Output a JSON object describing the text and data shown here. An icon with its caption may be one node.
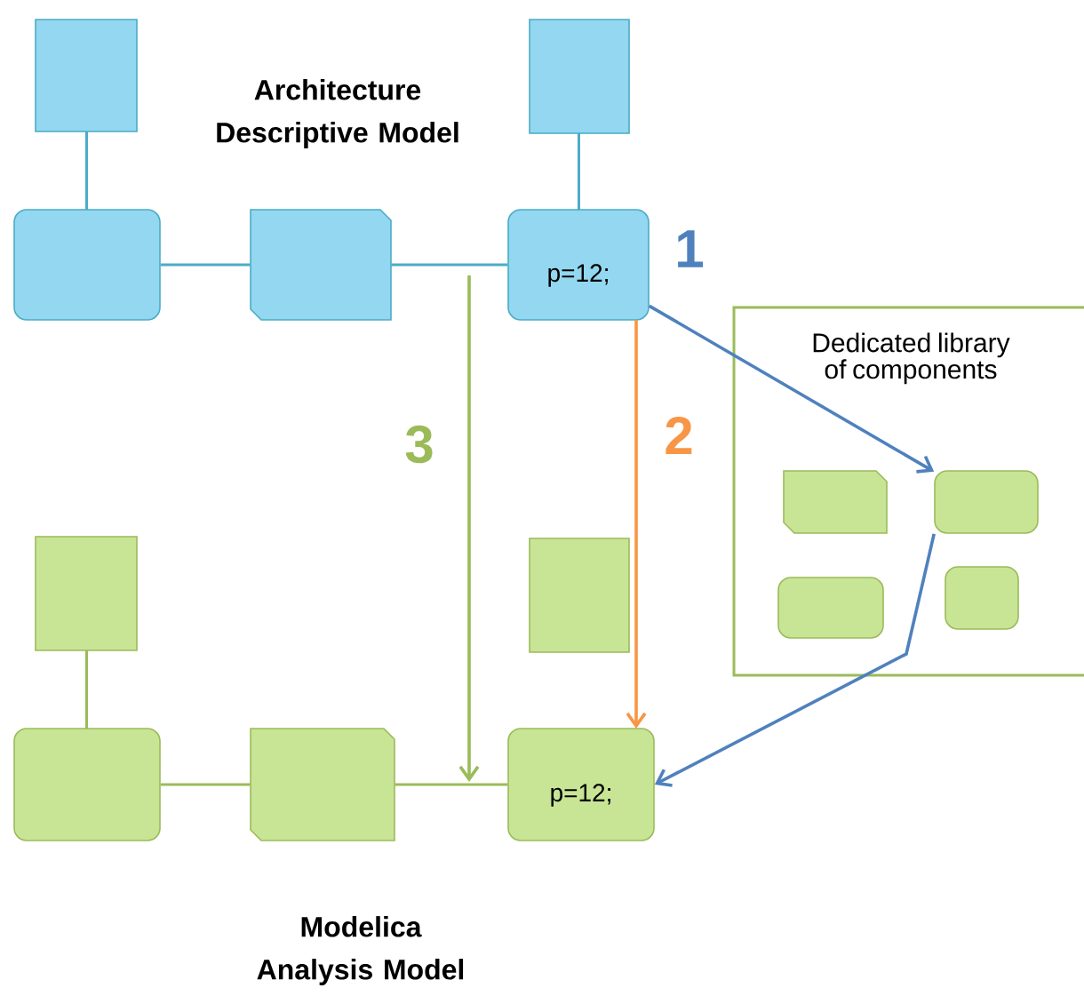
{
  "diagram": {
    "nodes": [
      {
        "text": [],
        "shape": "box"
      },
      {
        "text": [],
        "shape": "box"
      },
      {
        "text": [],
        "shape": "box"
      },
      {
        "text": [],
        "shape": "box"
      },
      {
        "text": [
          "p=12;"
        ]
      },
      {
        "text": [
          "Dedicated library of components"
        ]
      },
      {
        "text": [],
        "shape": "box",
        "in": 5
      },
      {
        "text": [],
        "shape": "box",
        "in": 5
      },
      {
        "text": [],
        "shape": "box",
        "in": 5
      },
      {
        "text": [],
        "shape": "box",
        "in": 5
      },
      {
        "text": [],
        "shape": "box"
      },
      {
        "text": [],
        "shape": "box"
      },
      {
        "text": [],
        "shape": "box"
      },
      {
        "text": [],
        "shape": "box"
      },
      {
        "text": [
          "p=12;"
        ]
      }
    ],
    "edges": [
      {
        "from": 0,
        "to": 2,
        "arrow": "none",
        "color": "#4bacc6"
      },
      {
        "from": 1,
        "to": 4,
        "arrow": "none",
        "color": "#4bacc6"
      },
      {
        "from": 2,
        "to": 3,
        "arrow": "none",
        "color": "#4bacc6"
      },
      {
        "from": 3,
        "to": 4,
        "arrow": "none",
        "color": "#4bacc6"
      },
      {
        "from": 4,
        "to": 7,
        "arrow": "to",
        "label": "1",
        "color": "#4f81bd"
      },
      {
        "from": 7,
        "to": 14,
        "arrow": "to",
        "color": "#4f81bd"
      },
      {
        "from": 4,
        "to": 14,
        "arrow": "to",
        "label": "2",
        "color": "#f79646"
      },
      {
        "from": 10,
        "to": 12,
        "arrow": "none",
        "color": "#9bbb59"
      },
      {
        "from": 12,
        "to": 13,
        "arrow": "none",
        "color": "#9bbb59"
      },
      {
        "from": 13,
        "to": 14,
        "arrow": "none",
        "color": "#9bbb59"
      },
      {
        "from": null,
        "to": 14,
        "arrow": "to",
        "label": "3",
        "color": "#9bbb59"
      }
    ],
    "labels": [
      "Architecture Descriptive Model",
      "Modelica Analysis Model"
    ]
  }
}
